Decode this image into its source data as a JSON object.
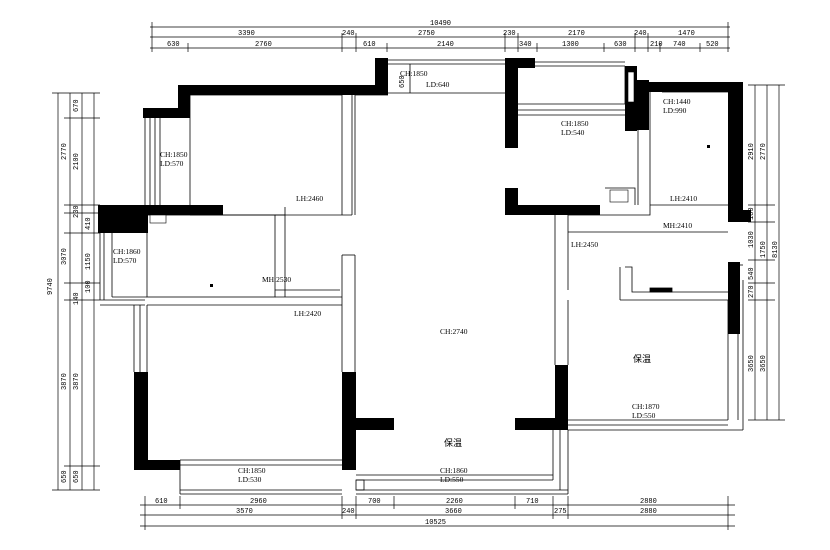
{
  "drawing": {
    "dims_top_total": "10490",
    "dims_top_row2": [
      "3390",
      "240",
      "2750",
      "230",
      "2170",
      "240",
      "1470"
    ],
    "dims_top_row3": [
      "630",
      "2760",
      "610",
      "2140",
      "340",
      "1300",
      "630",
      "210",
      "740",
      "520"
    ],
    "dims_bottom_row1": [
      "610",
      "2960",
      "700",
      "2260",
      "710",
      "2880"
    ],
    "dims_bottom_row2": [
      "3570",
      "240",
      "3660",
      "275",
      "2880"
    ],
    "dims_bottom_total": "10525",
    "dims_left_total": "9740",
    "dims_left_outer": [
      "2770",
      "3070",
      "3870",
      "650"
    ],
    "dims_left_inner": [
      "670",
      "2100",
      "230",
      "410",
      "1150",
      "100",
      "140",
      "3870",
      "650"
    ],
    "dims_right_outer": [
      "2770",
      "1750",
      "8130",
      "3650"
    ],
    "dims_right_inner": [
      "2910",
      "180",
      "1030",
      "540",
      "270",
      "3650"
    ],
    "dim_opening": "650",
    "rooms": [
      {
        "ch": "CH:1850",
        "ld": "LD:570"
      },
      {
        "ch": "CH:1850",
        "ld": "LD:640"
      },
      {
        "ch": "CH:1850",
        "ld": "LD:540"
      },
      {
        "ch": "CH:1440",
        "ld": "LD:990"
      },
      {
        "ch": "CH:1860",
        "ld": "LD:570"
      },
      {
        "ch": "CH:1850",
        "ld": "LD:530"
      },
      {
        "ch": "CH:1860",
        "ld": "LD:550"
      },
      {
        "ch": "CH:1870",
        "ld": "LD:550"
      }
    ],
    "heights": {
      "lh_2460": "LH:2460",
      "lh_2410": "LH:2410",
      "mh_2410": "MH:2410",
      "lh_2450": "LH:2450",
      "mh_2530": "MH:2530",
      "lh_2420": "LH:2420",
      "ch_2740": "CH:2740"
    },
    "notes": {
      "insulation_right": "保温",
      "insulation_bottom": "保温"
    }
  }
}
